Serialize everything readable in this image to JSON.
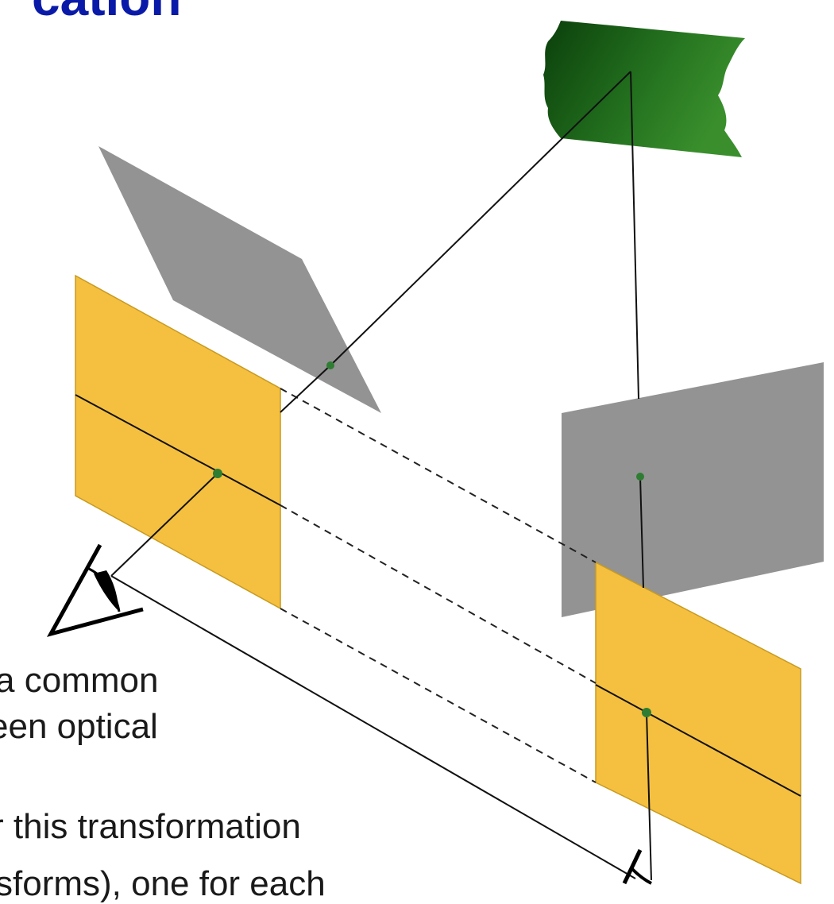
{
  "slide": {
    "title_fragment": "cation",
    "text_lines": [
      "a common",
      "een optical",
      "r this transformation",
      "sforms), one for each"
    ]
  },
  "colors": {
    "image_plane": "#f5c040",
    "image_plane_edge": "#c89a20",
    "projection_plane": "#939393",
    "scene_object": "#2a7a20",
    "scene_point": "#2e7d32",
    "title": "#0a1aa8"
  },
  "icons": {
    "left_camera": "eye-icon",
    "right_camera": "eye-icon"
  }
}
